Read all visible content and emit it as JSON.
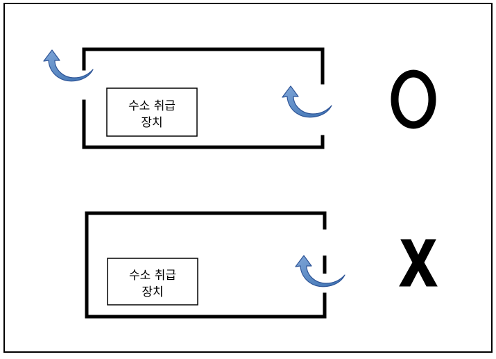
{
  "diagram": {
    "top_example": {
      "device_label_line1": "수소 취급",
      "device_label_line2": "장치",
      "verdict": "O"
    },
    "bottom_example": {
      "device_label_line1": "수소 취급",
      "device_label_line2": "장치",
      "verdict": "X"
    },
    "colors": {
      "wall": "#000000",
      "arrow": "#4f81bd",
      "arrow_outline": "#2f5597"
    },
    "icons": [
      "curved-arrow-icon",
      "circle-mark-icon",
      "cross-mark-icon"
    ]
  }
}
